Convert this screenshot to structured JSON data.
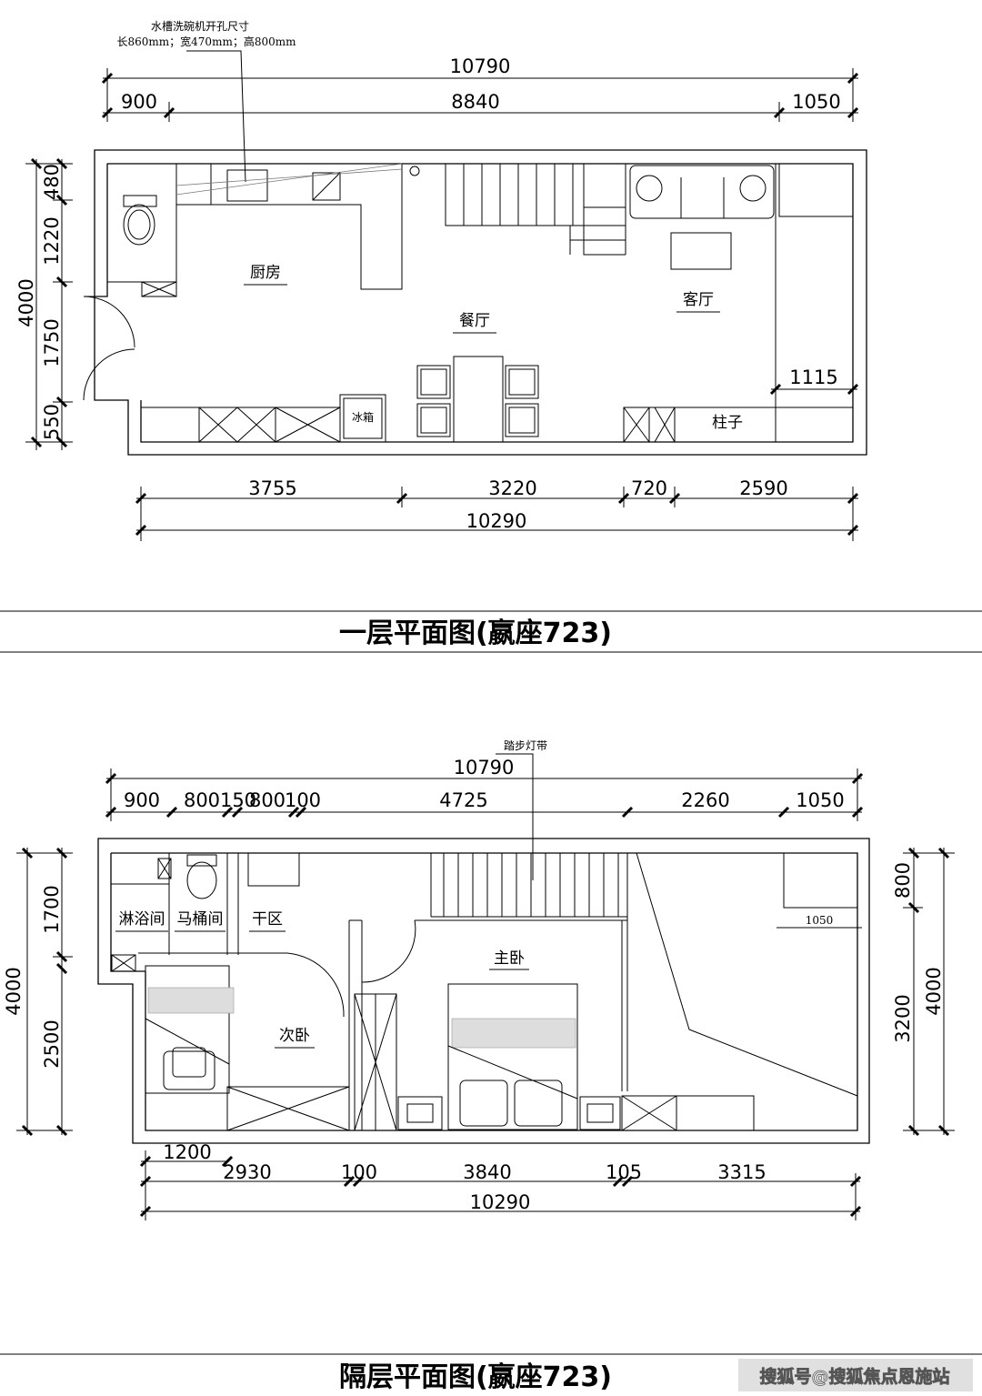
{
  "plan1": {
    "annotation_line1": "水槽洗碗机开孔尺寸",
    "annotation_line2": "长860mm；宽470mm；高800mm",
    "top_dims": {
      "total": "10790",
      "left": "900",
      "mid": "8840",
      "right": "1050"
    },
    "left_dims": {
      "total": "4000",
      "d1": "480",
      "d2": "1220",
      "d3": "1750",
      "d4": "550"
    },
    "bottom_dims": {
      "d1": "3755",
      "d2": "3220",
      "d3": "720",
      "d4": "2590",
      "total": "10290"
    },
    "inner_dim": "1115",
    "rooms": {
      "kitchen": "厨房",
      "dining": "餐厅",
      "living": "客厅",
      "column": "柱子"
    },
    "fridge_label": "冰箱",
    "title": "一层平面图(嬴座723)"
  },
  "plan2": {
    "annotation": "踏步灯带",
    "top_dims": {
      "total": "10790",
      "d1": "900",
      "d2": "800",
      "d3": "150",
      "d4": "800",
      "d5": "100",
      "d6": "4725",
      "d7": "2260",
      "d8": "1050"
    },
    "left_dims": {
      "total": "4000",
      "d1": "1700",
      "d2": "2500"
    },
    "right_dims": {
      "total": "4000",
      "d1": "800",
      "d2": "3200"
    },
    "bottom_dims": {
      "d0": "1200",
      "d1": "2930",
      "d2": "100",
      "d3": "3840",
      "d4": "105",
      "d5": "3315",
      "total": "10290"
    },
    "inner_dim": "1050",
    "rooms": {
      "shower": "淋浴间",
      "toilet": "马桶间",
      "dry": "干区",
      "second_bedroom": "次卧",
      "master_bedroom": "主卧"
    },
    "title": "隔层平面图(嬴座723)"
  },
  "watermark": "搜狐号@搜狐焦点恩施站"
}
